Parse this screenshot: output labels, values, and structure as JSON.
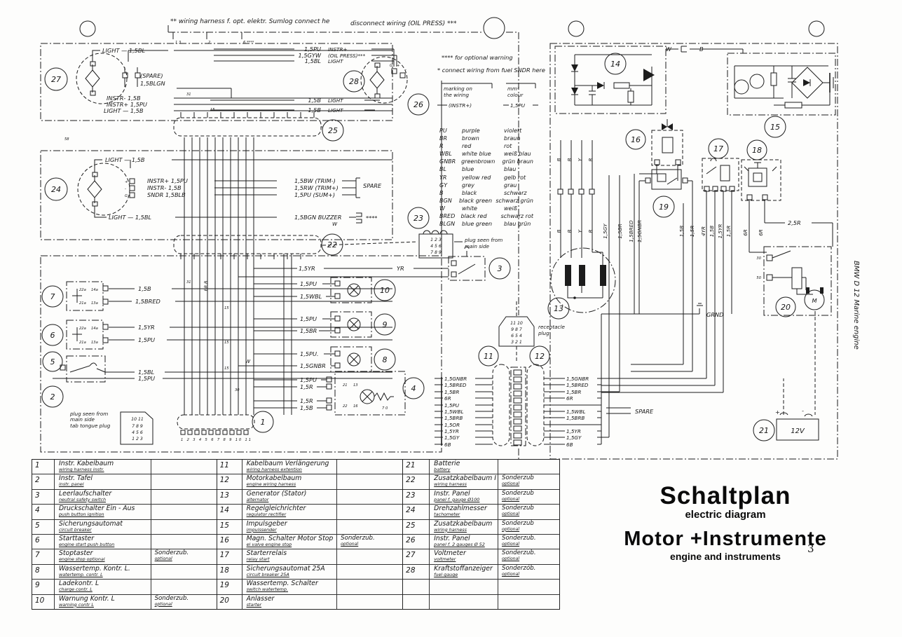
{
  "page": {
    "number": "3"
  },
  "side_label": "BMW D 12 Marine engine",
  "title_block": {
    "title_de": "Schaltplan",
    "title_en": "electric diagram",
    "subtitle_de": "Motor +Instrumente",
    "subtitle_en": "engine and instruments"
  },
  "annotations": {
    "harness_note": "** wiring harness f. opt. elektr. Sumlog connect he",
    "disconnect_note": "disconnect wiring (OIL PRESS) ***",
    "optional_warning": "**** for optional warning",
    "fuel_sndr": "* connect wiring from fuel SNDR here",
    "marking_1": "marking on",
    "marking_2": "the wiring",
    "marking_example": "(INSTR+)",
    "mm2_1": "mm²",
    "mm2_2": "colour",
    "mm2_example": "1,5PU",
    "top_marks": [
      "1 3",
      "2",
      "6 ****"
    ]
  },
  "legend": {
    "rows": [
      {
        "code": "PU",
        "en": "purple",
        "de": "violett"
      },
      {
        "code": "BR",
        "en": "brown",
        "de": "braun"
      },
      {
        "code": "R",
        "en": "red",
        "de": "rot"
      },
      {
        "code": "WBL",
        "en": "white blue",
        "de": "weiß blau"
      },
      {
        "code": "GNBR",
        "en": "greenbrown",
        "de": "grün braun"
      },
      {
        "code": "BL",
        "en": "blue",
        "de": "blau"
      },
      {
        "code": "YR",
        "en": "yellow red",
        "de": "gelb rot"
      },
      {
        "code": "GY",
        "en": "grey",
        "de": "grau"
      },
      {
        "code": "B",
        "en": "black",
        "de": "schwarz"
      },
      {
        "code": "BGN",
        "en": "black green",
        "de": "schwarz grün"
      },
      {
        "code": "W",
        "en": "white",
        "de": "weiß"
      },
      {
        "code": "BRED",
        "en": "black red",
        "de": "schwarz rot"
      },
      {
        "code": "BLGN",
        "en": "blue green",
        "de": "blau grün"
      }
    ]
  },
  "diagram": {
    "left_top": {
      "light_bl": "LIGHT — 1,5BL",
      "spare": "(SPARE)",
      "spare_wire": "1,5BLGN",
      "instr_minus": "INSTR-  1,5B",
      "instr_plus": "INSTR+  1,5PU",
      "light_b": "LIGHT —  1,5B",
      "r1": "1,5PU",
      "r1l": "INSTR+",
      "r2": "1,5GYW",
      "r2l": "(OIL PRESS)***",
      "r3": "1,5BL",
      "r3l": "LIGHT",
      "r4": "1,5B",
      "r4l": "LIGHT",
      "r5": "1,5B",
      "r5l": "LIGHT",
      "pin_plus": "+",
      "pin_minus": "-",
      "pin_g": "G"
    },
    "left_mid": {
      "light_b": "LIGHT — 1,5B",
      "instr_plus": "INSTR+ 1,5PU",
      "instr_minus": "INSTR- 1,5B",
      "sndr": "SNDR   1,5BLB",
      "light_bl": "LIGHT — 1,5BL",
      "trim_minus": "1,5BW  (TRIM-)",
      "trim_plus": "1,5RW  (TRIM+)",
      "sum_plus": "1,5PU  (SUM+)",
      "spare": "SPARE",
      "buzzer": "1,5BGN   BUZZER",
      "buzzer_w": "W",
      "stars": "****"
    },
    "main": {
      "yr_wire": "1,5YR",
      "yr": "YR",
      "l10_a": "1,5PU",
      "l10_b": "1,5WBL",
      "l9_a": "1,5PU",
      "l9_b": "1,5BR",
      "l8_a": "1,5PU.",
      "l8_b": "1,5GNBR",
      "g4_a": "1,5PU",
      "g4_b": "1,5R",
      "g4_c": "1,5R",
      "g4_d": "1,5B",
      "g4_pins": [
        "21",
        "13",
        "22",
        "16"
      ],
      "g4_int": "7 0",
      "sw7_a": "1,5B",
      "sw7_b": "1,5BRED",
      "sw6_a": "1,5YR",
      "sw6_b": "1,5PU",
      "sw5_a": "1,5BL",
      "sw5_b": "1,5PU",
      "w": "W",
      "brb": "BR.B",
      "t22a": "22a",
      "t14a": "14a",
      "t21a": "21a",
      "t13a": "13a",
      "j31": "31",
      "j15": "15",
      "j30": "30",
      "j58": "58"
    },
    "conn": {
      "plug_main_1": "plug seen from",
      "plug_main_2": "main side",
      "plug_main_3": "tab tongue plug",
      "grid_a": [
        "10  11",
        "7  8  9",
        "4  5  6",
        "1  2  3"
      ],
      "strip_nums": "1 2 3 4 5 6 7 8 9 10 11",
      "plug22_rows": [
        "1  2  3",
        "4  5  6",
        "7  8  9"
      ],
      "plug22_l1": "plug seen from",
      "plug22_l2": "main side",
      "recept_rows": [
        "11  10",
        "9  8  7",
        "6  5  4",
        "3  2  1"
      ],
      "recept_l1": "receptacle",
      "recept_l2": "plug",
      "spare": "SPARE"
    },
    "right": {
      "w": "W",
      "b": "B",
      "bbyr_top": [
        "B",
        "B",
        "Y",
        "R"
      ],
      "bbyr_bot": [
        "B",
        "B",
        "Y",
        "R"
      ],
      "v15gy": "1,5GY",
      "v15br": "1,5BR",
      "v15bred": "1,5BRED",
      "v15gnbr": "1,5GNBR",
      "v15b": "1,5B",
      "v15r": "1,5R",
      "v4yr": "4YR",
      "v15b2": "1,5B",
      "v15yr": "1,5YR",
      "v15r2": "1,5R",
      "v6r1": "6R",
      "v6r2": "6R",
      "w25r": "2,5R",
      "grnd": "GRND",
      "t30": "30",
      "t50": "50",
      "motor": "M",
      "bat": "12V",
      "plus": "+",
      "minus": "-"
    },
    "circles": [
      "1",
      "2",
      "3",
      "4",
      "5",
      "6",
      "7",
      "8",
      "9",
      "10",
      "11",
      "12",
      "13",
      "14",
      "15",
      "16",
      "17",
      "18",
      "19",
      "20",
      "21",
      "22",
      "23",
      "24",
      "25",
      "26",
      "27",
      "28"
    ]
  },
  "wire_lists": {
    "left": [
      "1,5GNBR",
      "1,5BRED",
      "1,5BR",
      "6R",
      "1,5PU",
      "1,5WBL",
      "1,5BRB",
      "1,5OR",
      "1,5YR",
      "1,5GY",
      "6B"
    ],
    "right": [
      "1,5GNBR",
      "1,5BRED",
      "1,5BR",
      "6R",
      "",
      "1,5WBL",
      "1,5BRB",
      "",
      "1,5YR",
      "1,5GY",
      "6B"
    ]
  },
  "parts_g1": [
    {
      "num": "1",
      "de": "Instr. Kabelbaum",
      "en": "wiring harness  instr.",
      "note_de": "",
      "note_en": ""
    },
    {
      "num": "2",
      "de": "Instr. Tafel",
      "en": "instr. panel",
      "note_de": "",
      "note_en": ""
    },
    {
      "num": "3",
      "de": "Leerlaufschalter",
      "en": "neutral safety switch",
      "note_de": "",
      "note_en": ""
    },
    {
      "num": "4",
      "de": "Druckschalter  Ein - Aus",
      "en": "push button  ignition",
      "note_de": "",
      "note_en": ""
    },
    {
      "num": "5",
      "de": "Sicherungsautomat",
      "en": "circuit breaker",
      "note_de": "",
      "note_en": ""
    },
    {
      "num": "6",
      "de": "Starttaster",
      "en": "engine start push button",
      "note_de": "",
      "note_en": ""
    },
    {
      "num": "7",
      "de": "Stoptaster",
      "en": "engine stop      optional",
      "note_de": "Sonderzub.",
      "note_en": "optional"
    },
    {
      "num": "8",
      "de": "Wassertemp. Kontr. L.",
      "en": "watertemp. contr. L",
      "note_de": "",
      "note_en": ""
    },
    {
      "num": "9",
      "de": "Ladekontr. L",
      "en": "charge contr. L",
      "note_de": "",
      "note_en": ""
    },
    {
      "num": "10",
      "de": "Warnung Kontr. L",
      "en": "warning contr L",
      "note_de": "Sonderzub.",
      "note_en": "optional"
    }
  ],
  "parts_g2": [
    {
      "num": "11",
      "de": "Kabelbaum Verlängerung",
      "en": "wiring harness extention",
      "note_de": "",
      "note_en": ""
    },
    {
      "num": "12",
      "de": "Motorkabelbaum",
      "en": "engine wiring harness",
      "note_de": "",
      "note_en": ""
    },
    {
      "num": "13",
      "de": "Generator (Stator)",
      "en": "alternator",
      "note_de": "",
      "note_en": ""
    },
    {
      "num": "14",
      "de": "Regelgleichrichter",
      "en": "regulator rectifier",
      "note_de": "",
      "note_en": ""
    },
    {
      "num": "15",
      "de": "Impulsgeber",
      "en": "impulssender",
      "note_de": "",
      "note_en": ""
    },
    {
      "num": "16",
      "de": "Magn. Schalter Motor Stop",
      "en": "el valve engine stop",
      "note_de": "Sonderzub.",
      "note_en": "optional"
    },
    {
      "num": "17",
      "de": "Starterrelais",
      "en": "relay start",
      "note_de": "",
      "note_en": ""
    },
    {
      "num": "18",
      "de": "Sicherungsautomat 25A",
      "en": "circuit breaker 25A",
      "note_de": "",
      "note_en": ""
    },
    {
      "num": "19",
      "de": "Wassertemp. Schalter",
      "en": "switch watertemp.",
      "note_de": "",
      "note_en": ""
    },
    {
      "num": "20",
      "de": "Anlasser",
      "en": "starter",
      "note_de": "",
      "note_en": ""
    }
  ],
  "parts_g3": [
    {
      "num": "21",
      "de": "Batterie",
      "en": "battery",
      "note_de": "",
      "note_en": ""
    },
    {
      "num": "22",
      "de": "Zusatzkabelbaum  I",
      "en": "wiring harness",
      "note_de": "Sonderzub",
      "note_en": "optional"
    },
    {
      "num": "23",
      "de": "Instr. Panel",
      "en": "panel f. gauge Ø100",
      "note_de": "Sonderzub",
      "note_en": "optional"
    },
    {
      "num": "24",
      "de": "Drehzahlmesser",
      "en": "tachometer",
      "note_de": "Sonderzub",
      "note_en": "optional"
    },
    {
      "num": "25",
      "de": "Zusatzkabelbaum",
      "en": "wiring harness",
      "note_de": "Sonderzub",
      "note_en": "optional"
    },
    {
      "num": "26",
      "de": "Instr. Panel",
      "en": "panel f. 2 gauges Ø 52",
      "note_de": "Sonderzub.",
      "note_en": "optional"
    },
    {
      "num": "27",
      "de": "Voltmeter",
      "en": "voltmeter",
      "note_de": "Sonderzub.",
      "note_en": "optional"
    },
    {
      "num": "28",
      "de": "Kraftstoffanzeiger",
      "en": "fuel gauge",
      "note_de": "Sonderzób.",
      "note_en": "optional"
    },
    {
      "num": "",
      "de": "",
      "en": "",
      "note_de": "",
      "note_en": ""
    },
    {
      "num": "",
      "de": "",
      "en": "",
      "note_de": "",
      "note_en": ""
    }
  ]
}
